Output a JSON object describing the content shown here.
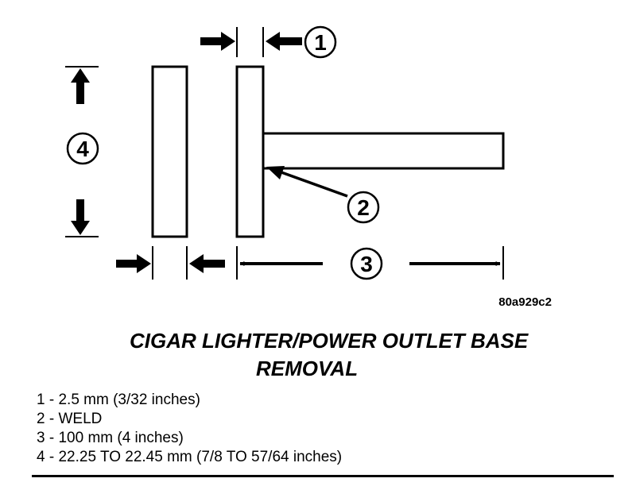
{
  "figure_id": "80a929c2",
  "callouts": [
    "1",
    "2",
    "3",
    "4"
  ],
  "title_lines": [
    "CIGAR LIGHTER/POWER OUTLET BASE",
    "REMOVAL"
  ],
  "legend": [
    {
      "number": "1",
      "text": "2.5 mm (3/32 inches)"
    },
    {
      "number": "2",
      "text": "WELD"
    },
    {
      "number": "3",
      "text": "100 mm (4 inches)"
    },
    {
      "number": "4",
      "text": "22.25 TO 22.45 mm (7/8 TO 57/64 inches)"
    }
  ]
}
